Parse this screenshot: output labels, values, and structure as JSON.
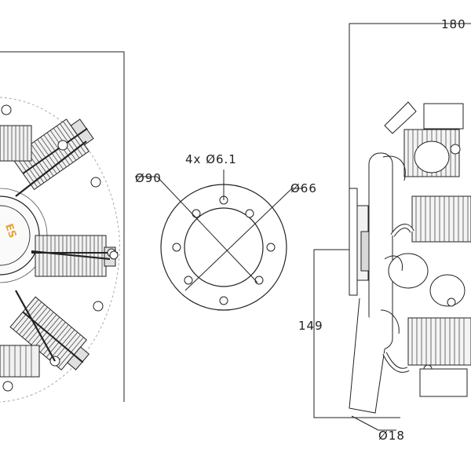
{
  "dimensions": {
    "flange_bolt_circle": "Ø90",
    "flange_holes": "4x Ø6.1",
    "flange_inner": "Ø66",
    "overall_length": "180",
    "height_to_prop": "149",
    "exhaust_diameter": "Ø18"
  },
  "logo_text": "ES",
  "colors": {
    "line": "#111111",
    "logo": "#e8a33a",
    "fill_light": "#f2f2f2",
    "fill_mid": "#d8d8d8"
  }
}
